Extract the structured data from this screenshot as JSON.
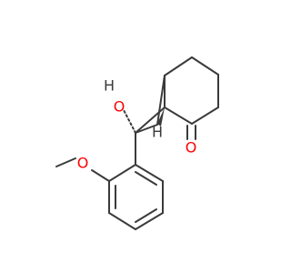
{
  "molecule": {
    "atoms": {
      "hydroxyl_oxygen": "O",
      "hydroxyl_hydrogen": "H",
      "stereo_hydrogen": "H",
      "ketone_oxygen": "O",
      "methoxy_oxygen": "O"
    },
    "colors": {
      "bond": "#3a3a3a",
      "oxygen": "#ff0000",
      "hydrogen": "#3a3a3a"
    }
  }
}
